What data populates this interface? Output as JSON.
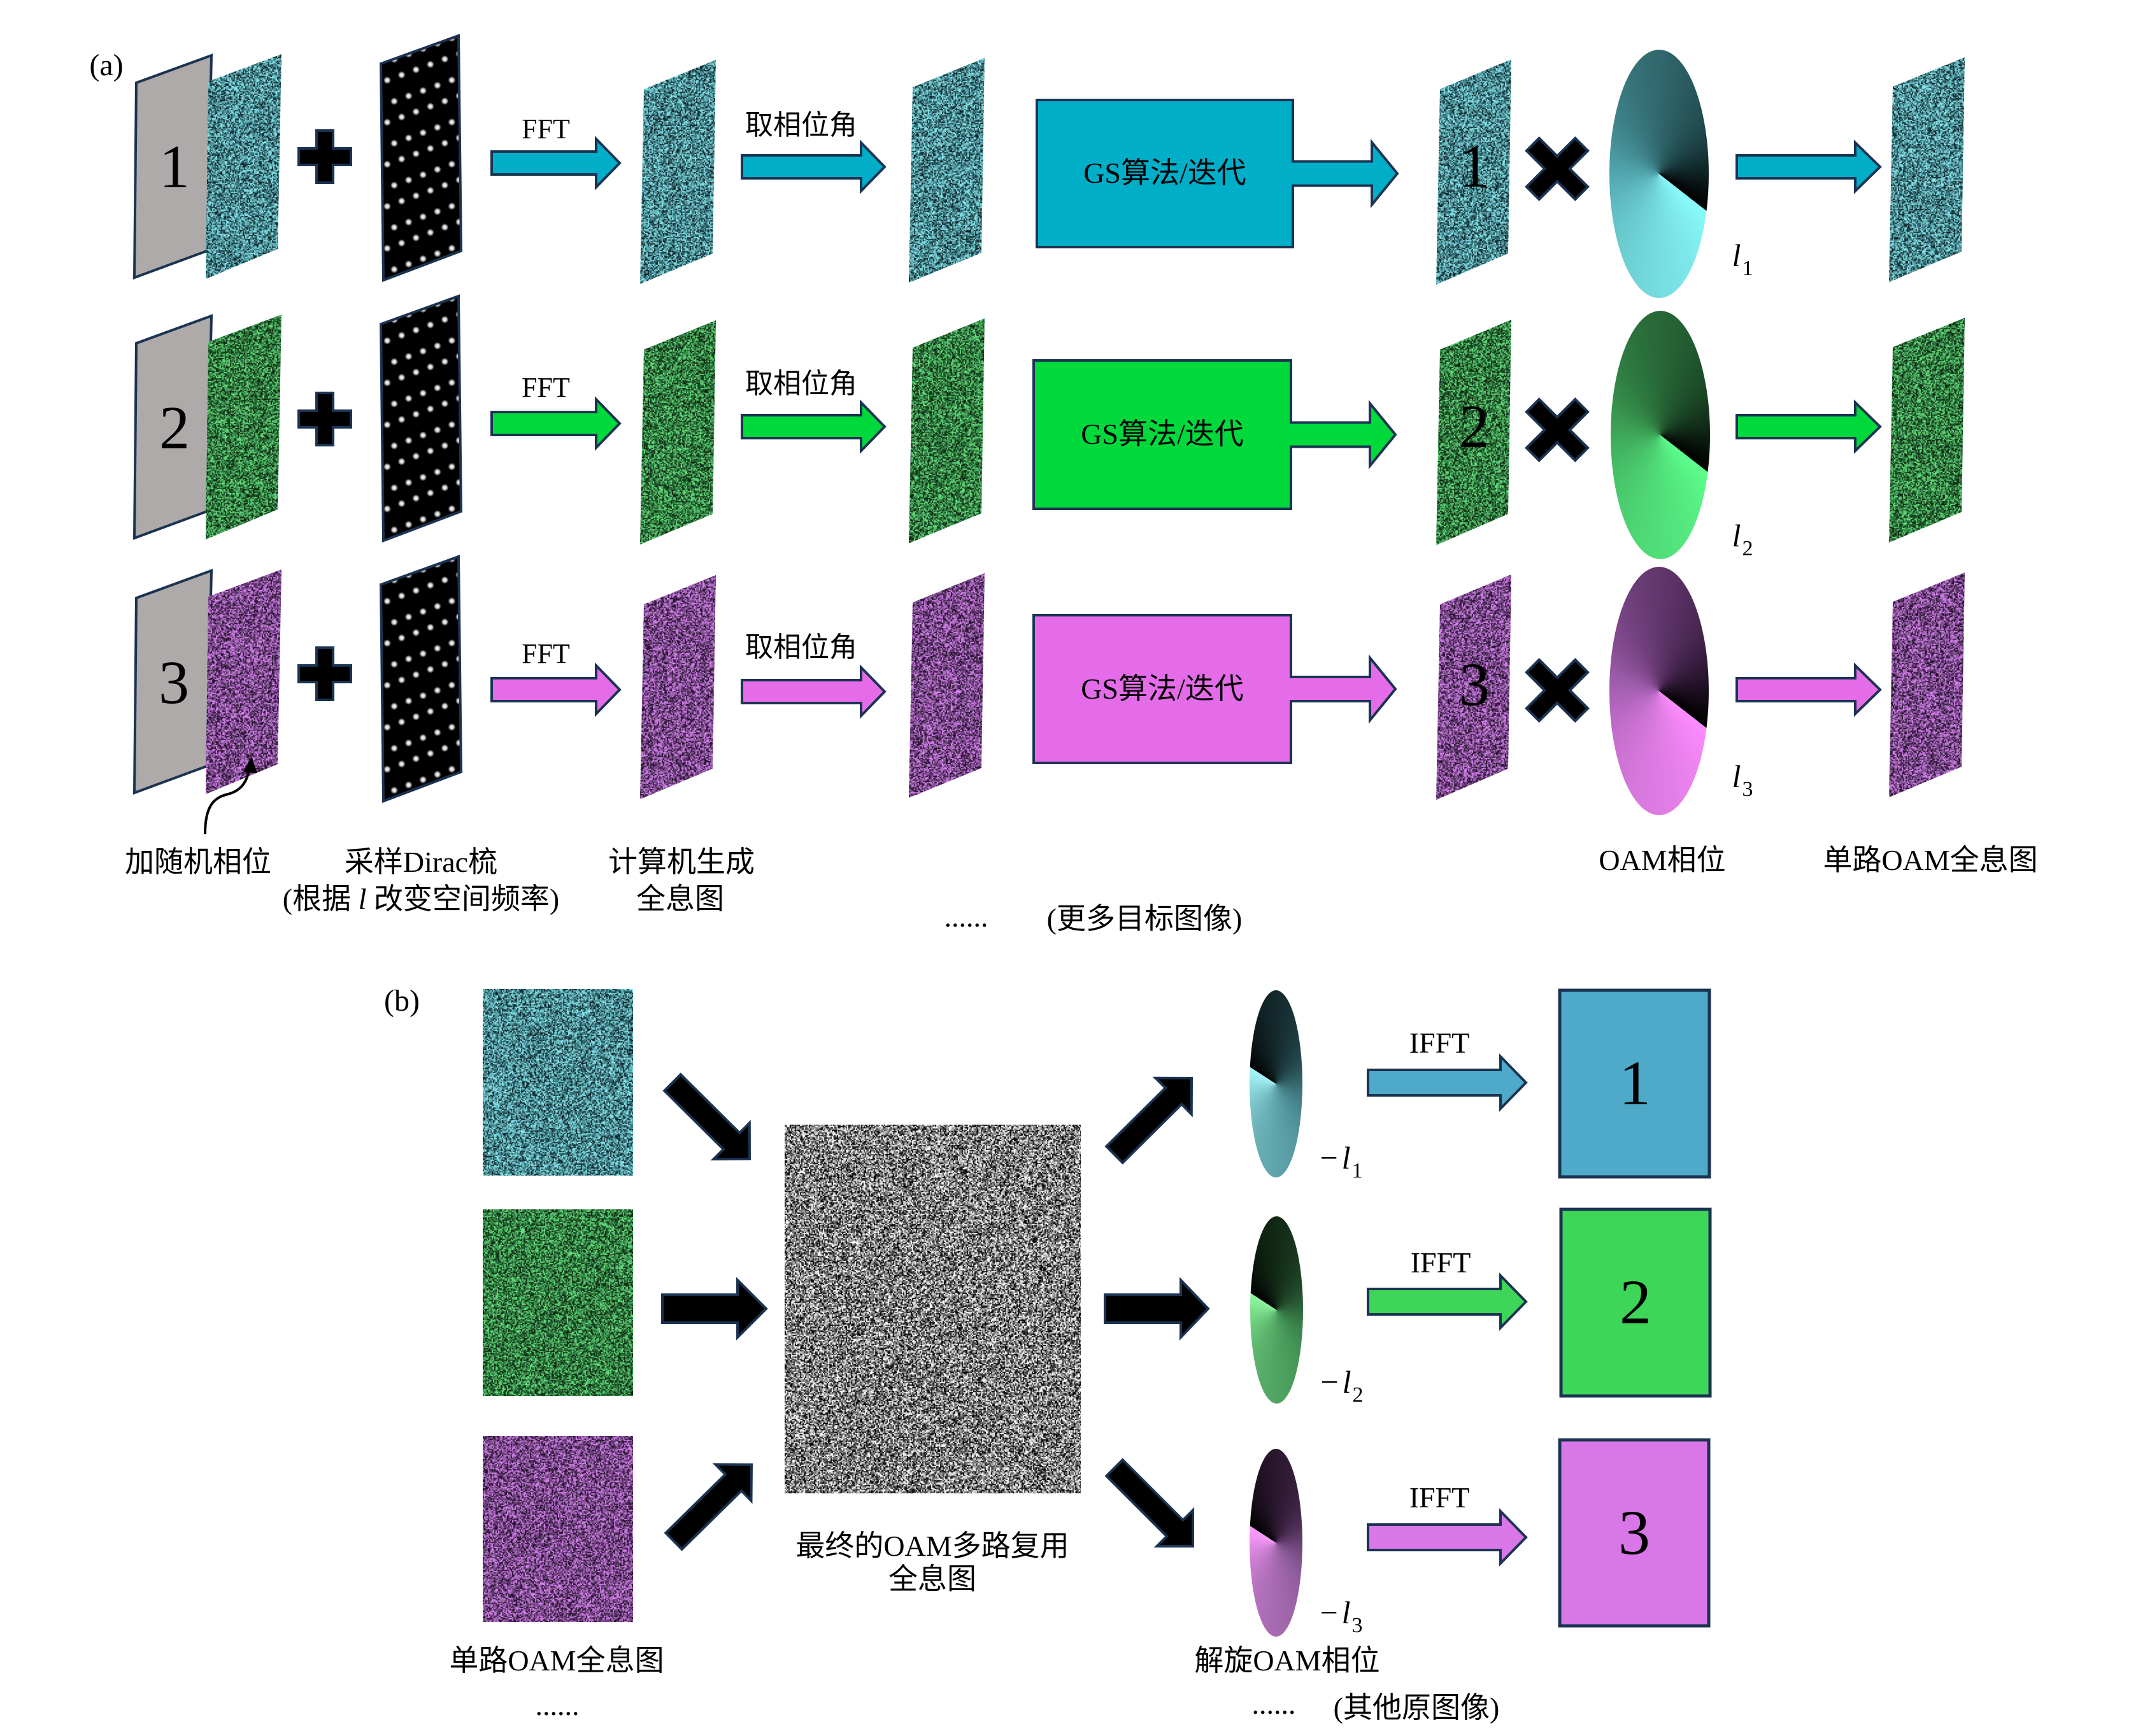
{
  "panel_a": {
    "label": "(a)",
    "rows": [
      {
        "input_number": "1",
        "fft_label": "FFT",
        "phase_label": "取相位角",
        "gs_label": "GS算法/迭代",
        "output_number": "1",
        "oam": {
          "symbol": "l",
          "subscript": "1"
        },
        "colors": {
          "accent": "#00aec8",
          "noise": [
            "#0d2326",
            "#488c94",
            "#8ae6ee"
          ],
          "oam": [
            "#8afcfc",
            "#4a9aa2",
            "#1e4448"
          ]
        }
      },
      {
        "input_number": "2",
        "fft_label": "FFT",
        "phase_label": "取相位角",
        "gs_label": "GS算法/迭代",
        "output_number": "2",
        "oam": {
          "symbol": "l",
          "subscript": "2"
        },
        "colors": {
          "accent": "#00d93c",
          "noise": [
            "#0b220f",
            "#2f7a40",
            "#66e07e"
          ],
          "oam": [
            "#5cff8c",
            "#3a9a52",
            "#1a4424"
          ]
        }
      },
      {
        "input_number": "3",
        "fft_label": "FFT",
        "phase_label": "取相位角",
        "gs_label": "GS算法/迭代",
        "output_number": "3",
        "oam": {
          "symbol": "l",
          "subscript": "3"
        },
        "colors": {
          "accent": "#e56ce9",
          "noise": [
            "#22102a",
            "#7a4a8a",
            "#d884f0"
          ],
          "oam": [
            "#ff8cff",
            "#9a5aa8",
            "#3a1e42"
          ]
        }
      }
    ],
    "captions": {
      "random_phase": "加随机相位",
      "dirac_title": "采样Dirac梳",
      "dirac_note": {
        "prefix": "(根据 ",
        "variable": "l",
        "suffix": " 改变空间频率)"
      },
      "hologram": {
        "line1": "计算机生成",
        "line2": "全息图"
      },
      "oam_phase": "OAM相位",
      "single_hologram": "单路OAM全息图",
      "more": {
        "dots": "......",
        "text": "(更多目标图像)"
      }
    },
    "colors": {
      "target_plane": "#aeaaaa",
      "outline": "#1b3352",
      "dirac_background": "#000000",
      "dirac_spot": "#ffffff"
    }
  },
  "panel_b": {
    "label": "(b)",
    "rows": [
      {
        "ifft_label": "IFFT",
        "output_number": "1",
        "demod": {
          "sign": "−",
          "symbol": "l",
          "subscript": "1"
        },
        "colors": {
          "result": "#4eaac8",
          "noise": [
            "#0d2326",
            "#4a8e96",
            "#8ae6ee"
          ],
          "oam": [
            "#a6f6fc",
            "#4a8a92",
            "#1c3a3e"
          ]
        }
      },
      {
        "ifft_label": "IFFT",
        "output_number": "2",
        "demod": {
          "sign": "−",
          "symbol": "l",
          "subscript": "2"
        },
        "colors": {
          "result": "#3dd658",
          "noise": [
            "#0b220f",
            "#2f7a40",
            "#66e07e"
          ],
          "oam": [
            "#8cf79c",
            "#3e8a50",
            "#1a3a20"
          ]
        }
      },
      {
        "ifft_label": "IFFT",
        "output_number": "3",
        "demod": {
          "sign": "−",
          "symbol": "l",
          "subscript": "3"
        },
        "colors": {
          "result": "#d977e8",
          "noise": [
            "#22102a",
            "#7a4a8a",
            "#d884f0"
          ],
          "oam": [
            "#ff9cff",
            "#8a5a98",
            "#3a2040"
          ]
        }
      }
    ],
    "multiplexed": {
      "noise": [
        "#000000",
        "#7a7a7a",
        "#ffffff"
      ]
    },
    "captions": {
      "single_hologram": "单路OAM全息图",
      "single_more": "......",
      "multiplexed": {
        "line1": "最终的OAM多路复用",
        "line2": "全息图"
      },
      "demod_phase": "解旋OAM相位",
      "others": {
        "dots": "......",
        "text": "(其他原图像)"
      }
    },
    "colors": {
      "merge_arrow": "#000000",
      "outline": "#1b3352"
    }
  }
}
